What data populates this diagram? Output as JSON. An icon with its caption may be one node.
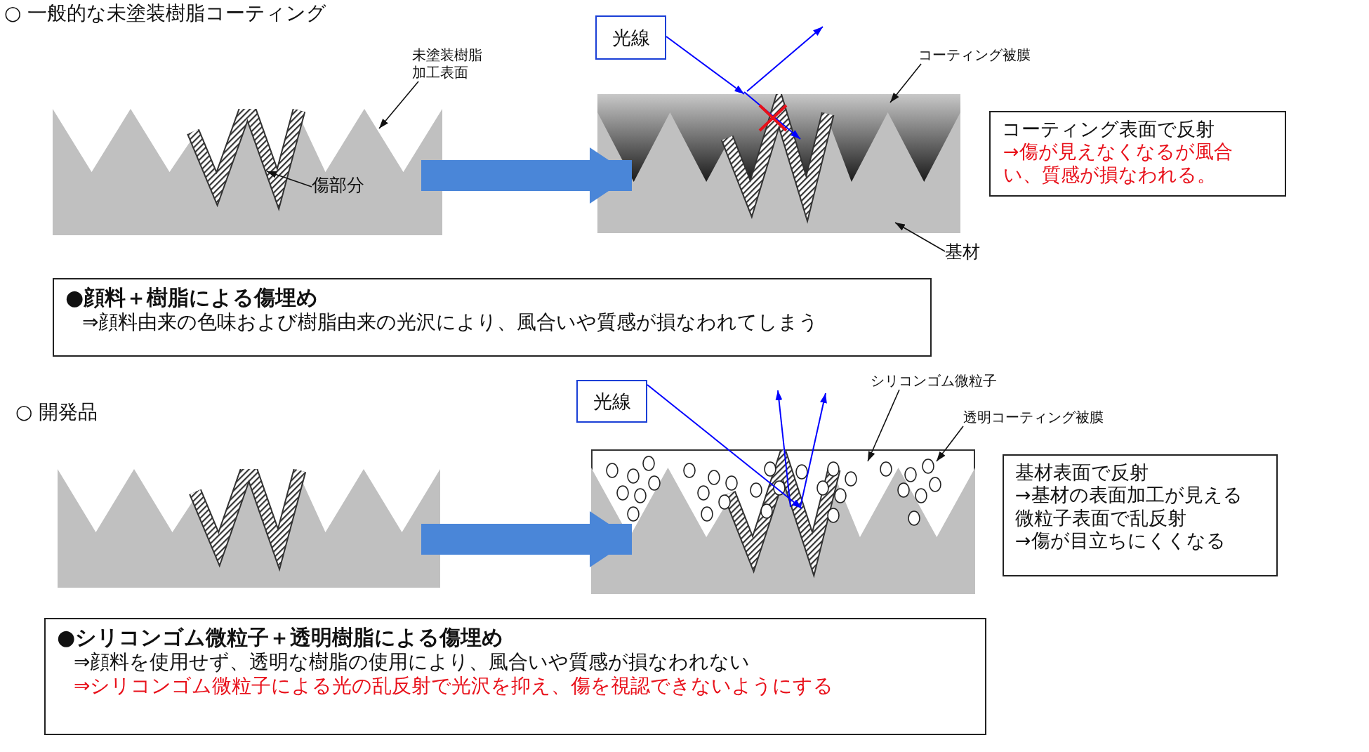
{
  "diagram": {
    "nodes": [
      {
        "text": [],
        "shape": "picture"
      },
      {
        "text": [
          "未塗装樹脂加工表面"
        ]
      },
      {
        "text": [
          "傷部分"
        ],
        "in": 0
      },
      {
        "text": [
          "光線"
        ]
      },
      {
        "text": [],
        "shape": "picture"
      },
      {
        "text": [
          "コーティング被膜"
        ]
      },
      {
        "text": [
          "コーティング表面で反射",
          "→傷が見えなくなるが風合い、質感が損なわれる。"
        ]
      },
      {
        "text": [
          "基材"
        ]
      },
      {
        "text": [
          "●顔料＋樹脂による傷埋め",
          "⇒顔料由来の色味および樹脂由来の光沢により、風合いや質感が損なわれてしまう"
        ]
      },
      {
        "text": [],
        "shape": "picture"
      },
      {
        "text": [
          "光線"
        ]
      },
      {
        "text": [
          "シリコンゴム微粒子"
        ]
      },
      {
        "text": [
          "透明コーティング被膜"
        ]
      },
      {
        "text": [],
        "shape": "picture"
      },
      {
        "text": [
          "基材表面で反射",
          "→基材の表面加工が見える",
          "微粒子表面で乱反射",
          "→傷が目立ちにくくなる"
        ]
      },
      {
        "text": [
          "●シリコンゴム微粒子＋透明樹脂による傷埋め",
          "⇒顔料を使用せず、透明な樹脂の使用により、風合いや質感が損なわれない",
          "⇒シリコンゴム微粒子による光の乱反射で光沢を抑え、傷を視認できないようにする"
        ]
      }
    ],
    "edges": [
      {
        "from": 1,
        "to": 0,
        "arrow": "to"
      },
      {
        "from": 2,
        "to": 0,
        "arrow": "to"
      },
      {
        "from": 0,
        "to": 4,
        "arrow": "to",
        "style": "thick",
        "color": "#4a86d8"
      },
      {
        "from": 3,
        "to": 4,
        "arrow": "to",
        "color": "#0000ff"
      },
      {
        "from": 5,
        "to": 4,
        "arrow": "to"
      },
      {
        "from": 7,
        "to": 4,
        "arrow": "to"
      },
      {
        "from": 9,
        "to": 13,
        "arrow": "to",
        "style": "thick",
        "color": "#4a86d8"
      },
      {
        "from": 10,
        "to": 13,
        "arrow": "to",
        "color": "#0000ff"
      },
      {
        "from": 11,
        "to": 13,
        "arrow": "to"
      },
      {
        "from": 12,
        "to": 13,
        "arrow": "to"
      }
    ],
    "labels": [
      "○ 一般的な未塗装樹脂コーティング",
      "○ 開発品"
    ]
  }
}
